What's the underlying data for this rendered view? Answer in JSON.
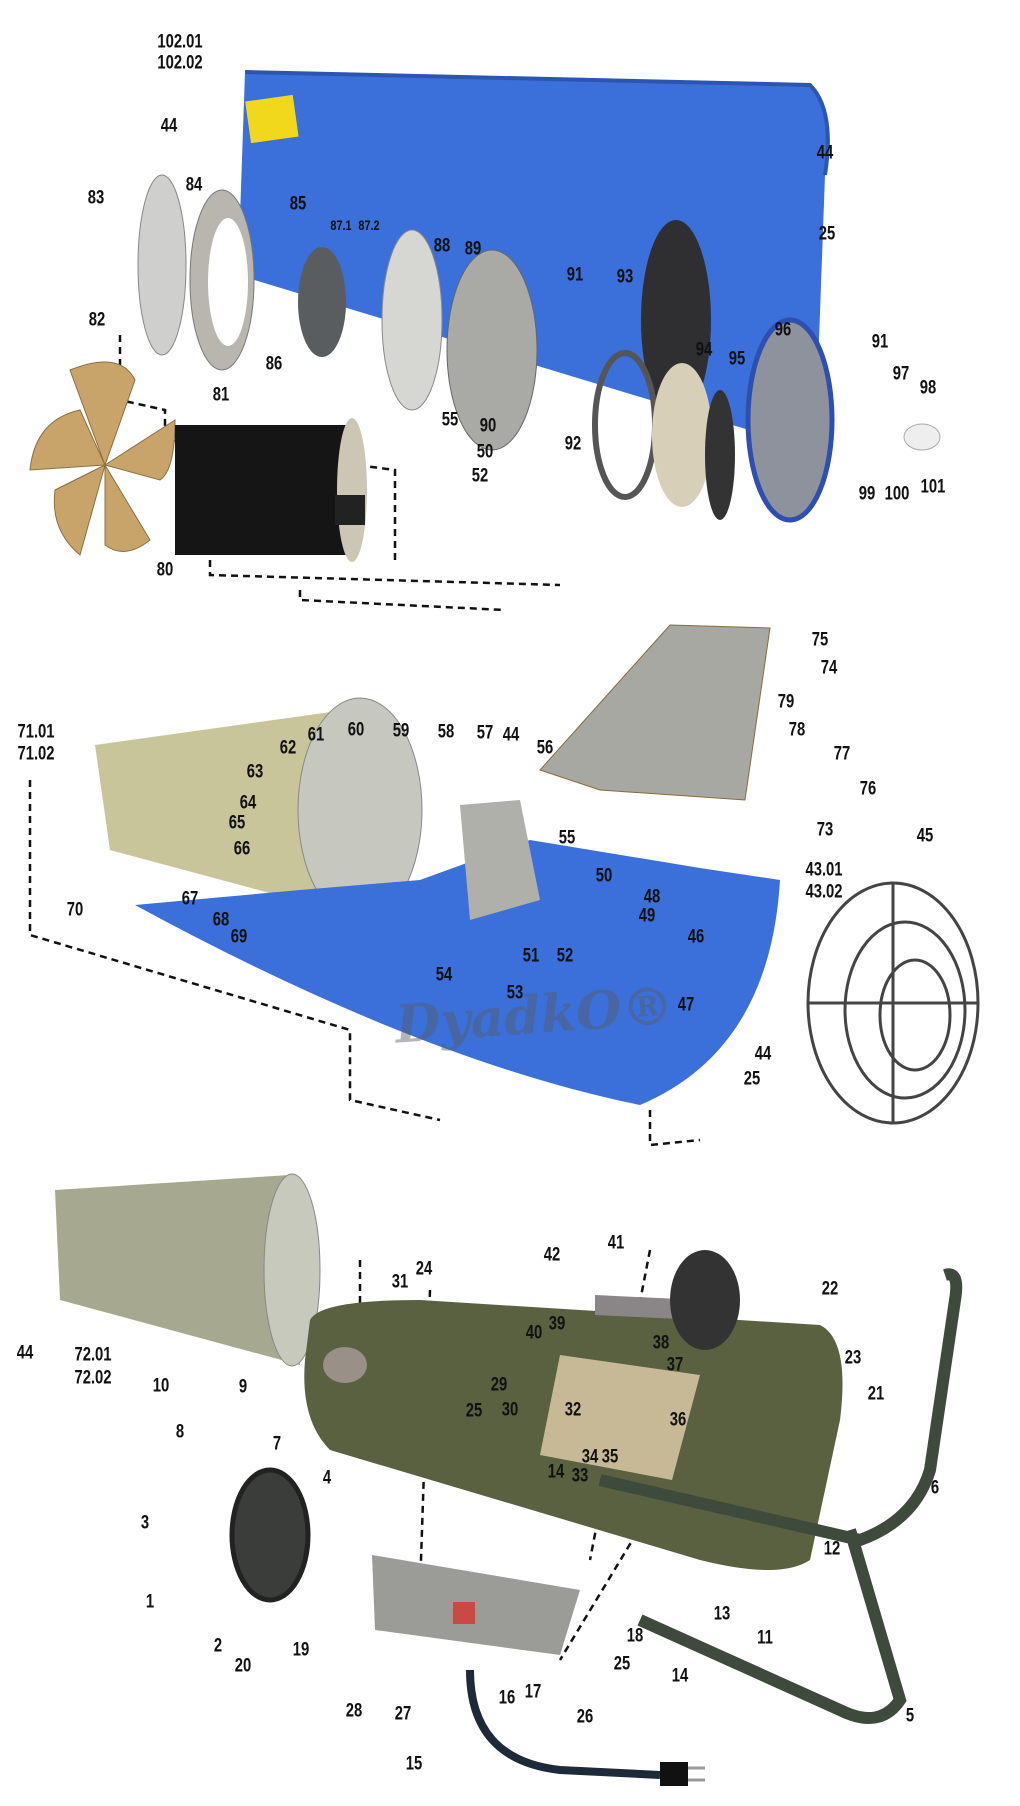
{
  "title": "Exploded parts diagram",
  "watermark": "DyadkO®",
  "colors": {
    "cover_blue": "#3b6fd9",
    "tank_green": "#5a6140",
    "metal": "#b9bcb4"
  },
  "section1": {
    "labels": [
      "102.01",
      "102.02",
      "44",
      "44",
      "25",
      "83",
      "84",
      "85",
      "87.1",
      "87.2",
      "88",
      "89",
      "91",
      "93",
      "82",
      "86",
      "96",
      "94",
      "95",
      "91",
      "97",
      "98",
      "81",
      "55",
      "90",
      "50",
      "52",
      "92",
      "99",
      "100",
      "101",
      "80"
    ]
  },
  "section2": {
    "labels": [
      "75",
      "74",
      "79",
      "78",
      "77",
      "76",
      "73",
      "45",
      "43.01",
      "43.02",
      "71.01",
      "71.02",
      "61",
      "60",
      "59",
      "58",
      "57",
      "44",
      "56",
      "62",
      "63",
      "64",
      "65",
      "66",
      "55",
      "50",
      "48",
      "49",
      "67",
      "70",
      "68",
      "69",
      "51",
      "52",
      "46",
      "54",
      "53",
      "47",
      "44",
      "25"
    ]
  },
  "section3": {
    "labels": [
      "44",
      "72.01",
      "72.02",
      "10",
      "9",
      "8",
      "7",
      "24",
      "31",
      "42",
      "41",
      "39",
      "40",
      "22",
      "23",
      "38",
      "37",
      "29",
      "30",
      "25",
      "32",
      "36",
      "21",
      "35",
      "34",
      "14",
      "33",
      "6",
      "4",
      "3",
      "13",
      "12",
      "11",
      "1",
      "2",
      "18",
      "14",
      "25",
      "20",
      "19",
      "28",
      "27",
      "16",
      "17",
      "26",
      "5",
      "15"
    ]
  }
}
